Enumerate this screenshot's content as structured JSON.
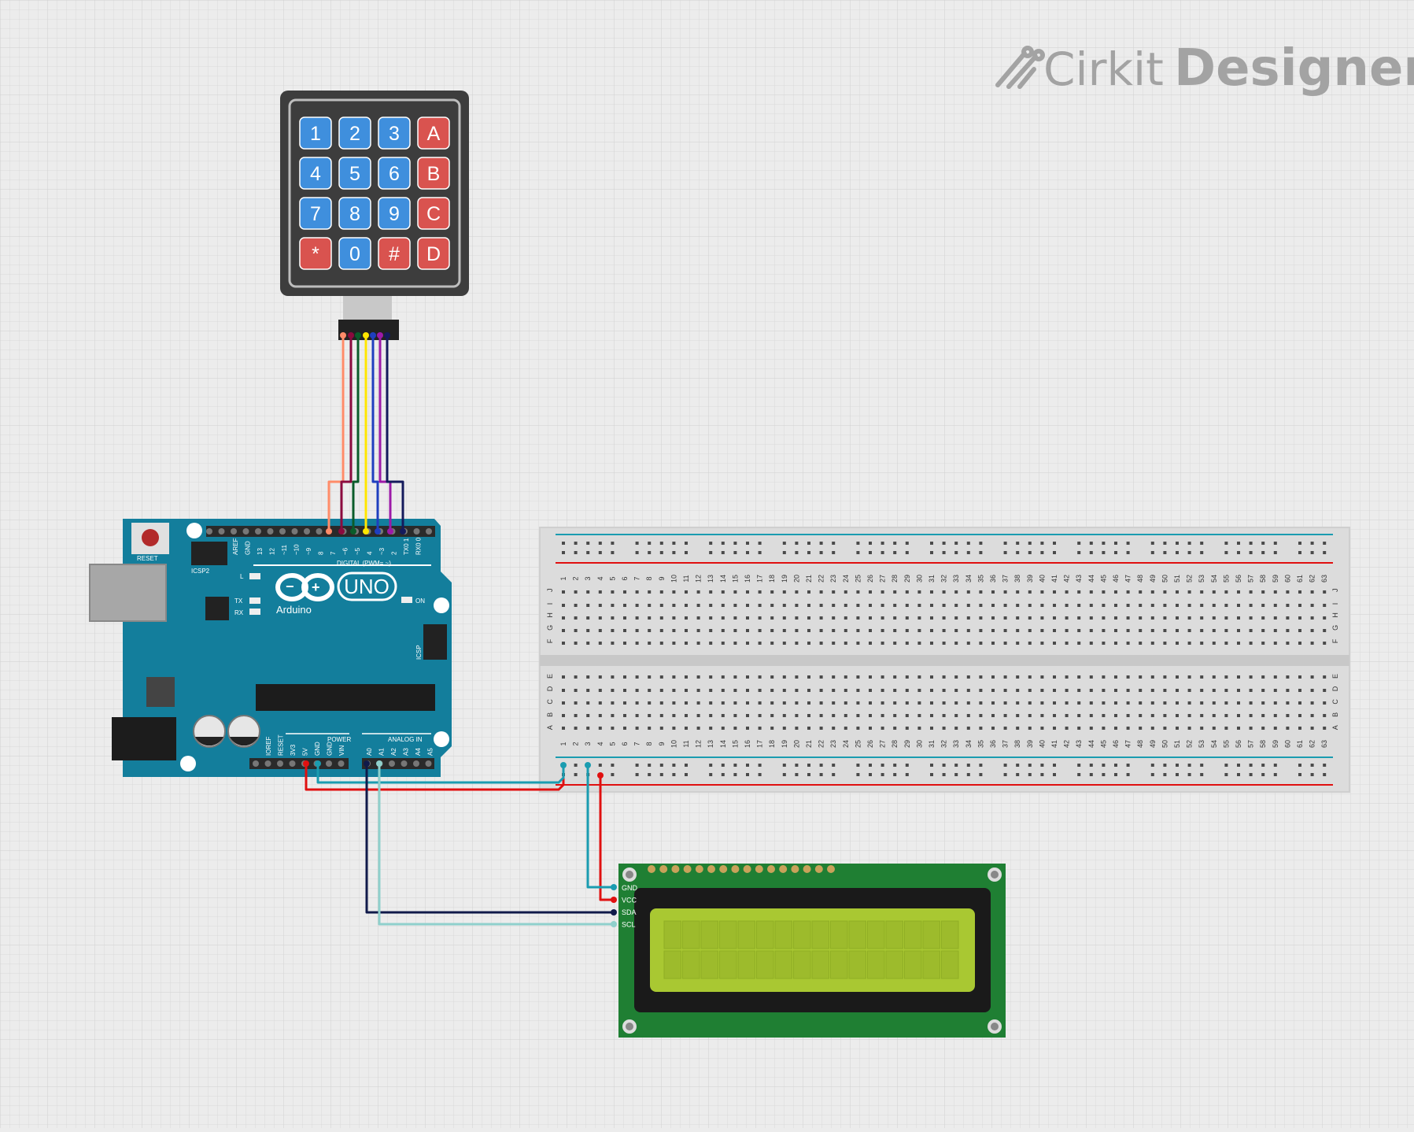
{
  "logo": {
    "brand": "Cirkit",
    "product": "Designer"
  },
  "keypad": {
    "keys": [
      {
        "label": "1",
        "color": "#3f8fdd"
      },
      {
        "label": "2",
        "color": "#3f8fdd"
      },
      {
        "label": "3",
        "color": "#3f8fdd"
      },
      {
        "label": "A",
        "color": "#d9534f"
      },
      {
        "label": "4",
        "color": "#3f8fdd"
      },
      {
        "label": "5",
        "color": "#3f8fdd"
      },
      {
        "label": "6",
        "color": "#3f8fdd"
      },
      {
        "label": "B",
        "color": "#d9534f"
      },
      {
        "label": "7",
        "color": "#3f8fdd"
      },
      {
        "label": "8",
        "color": "#3f8fdd"
      },
      {
        "label": "9",
        "color": "#3f8fdd"
      },
      {
        "label": "C",
        "color": "#d9534f"
      },
      {
        "label": "*",
        "color": "#d9534f"
      },
      {
        "label": "0",
        "color": "#3f8fdd"
      },
      {
        "label": "#",
        "color": "#d9534f"
      },
      {
        "label": "D",
        "color": "#d9534f"
      }
    ]
  },
  "arduino": {
    "reset": "RESET",
    "icsp2": "ICSP2",
    "icsp": "ICSP",
    "l": "L",
    "tx": "TX",
    "rx": "RX",
    "on": "ON",
    "brand": "Arduino",
    "model": "UNO",
    "digital": "DIGITAL (PWM= ~)",
    "power": "POWER",
    "analog": "ANALOG IN",
    "top_pins": [
      "AREF",
      "GND",
      "13",
      "12",
      "~11",
      "~10",
      "~9",
      "8",
      "7",
      "~6",
      "~5",
      "4",
      "~3",
      "2",
      "TX0 1",
      "RX0 0"
    ],
    "bottom_pins": [
      "IOREF",
      "RESET",
      "3V3",
      "5V",
      "GND",
      "GND",
      "VIN",
      "A0",
      "A1",
      "A2",
      "A3",
      "A4",
      "A5"
    ]
  },
  "breadboard": {
    "columns": 63,
    "rows_top": [
      "J",
      "I",
      "H",
      "G",
      "F"
    ],
    "rows_bottom": [
      "E",
      "D",
      "C",
      "B",
      "A"
    ]
  },
  "lcd": {
    "pins": [
      "GND",
      "VCC",
      "SDA",
      "SCL"
    ]
  },
  "wires": [
    {
      "color": "#ff8c69"
    },
    {
      "color": "#8b0a3e"
    },
    {
      "color": "#0a5c2a"
    },
    {
      "color": "#ffe600"
    },
    {
      "color": "#1f3fbf"
    },
    {
      "color": "#9c1aa8"
    },
    {
      "color": "#141a5c"
    },
    {
      "color": "#e01010"
    },
    {
      "color": "#1a9cb0"
    },
    {
      "color": "#101a4a"
    },
    {
      "color": "#8fd0cc"
    }
  ]
}
